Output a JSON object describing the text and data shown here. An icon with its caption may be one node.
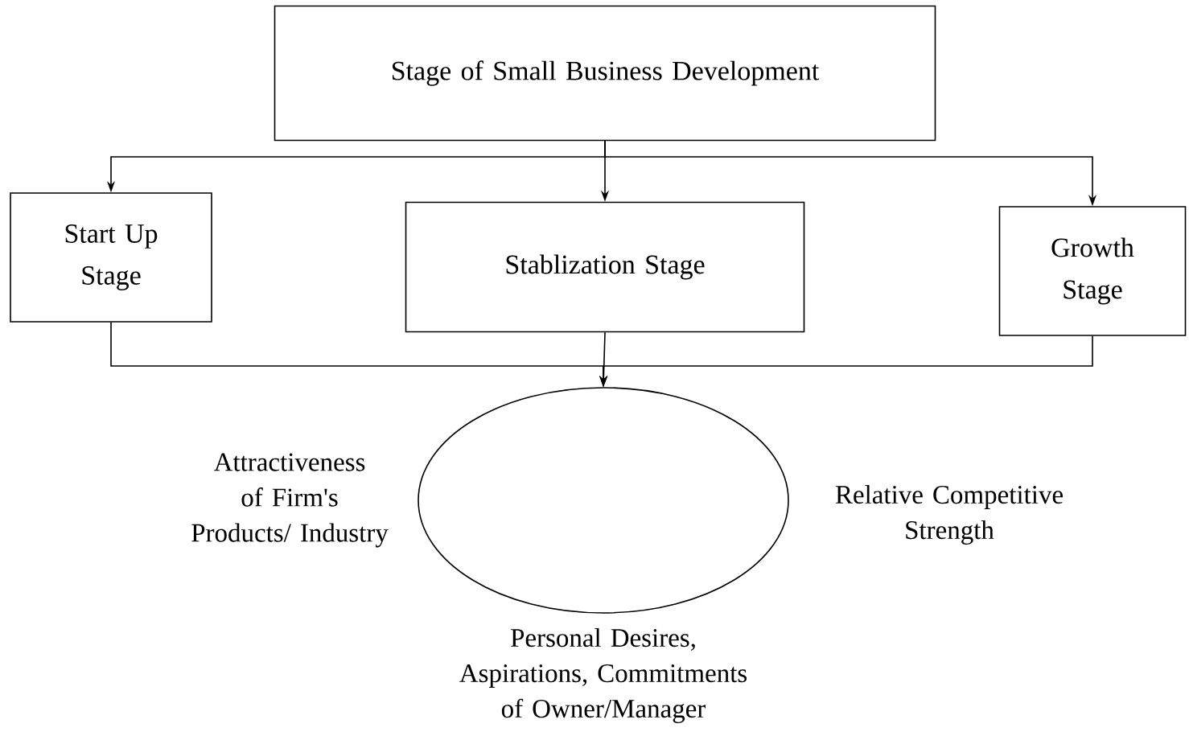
{
  "diagram": {
    "nodes": [
      {
        "text": [
          "Stage of Small Business Development"
        ]
      },
      {
        "text": [
          "Start Up Stage"
        ]
      },
      {
        "text": [
          "Stablization Stage"
        ]
      },
      {
        "text": [
          "Growth Stage"
        ]
      },
      {
        "text": [],
        "shape": "circle",
        "beside": [
          "Attractiveness of Firm's Products/ Industry",
          "Relative Competitive Strength",
          "Personal Desires, Aspirations, Commitments of Owner/Manager"
        ]
      }
    ],
    "edges": [
      {
        "from": 0,
        "to": 1,
        "arrow": "to"
      },
      {
        "from": 0,
        "to": 2,
        "arrow": "to"
      },
      {
        "from": 0,
        "to": 3,
        "arrow": "to"
      },
      {
        "from": 1,
        "to": 4,
        "arrow": "to"
      },
      {
        "from": 2,
        "to": 4,
        "arrow": "to"
      },
      {
        "from": 3,
        "to": 4,
        "arrow": "to"
      }
    ]
  }
}
